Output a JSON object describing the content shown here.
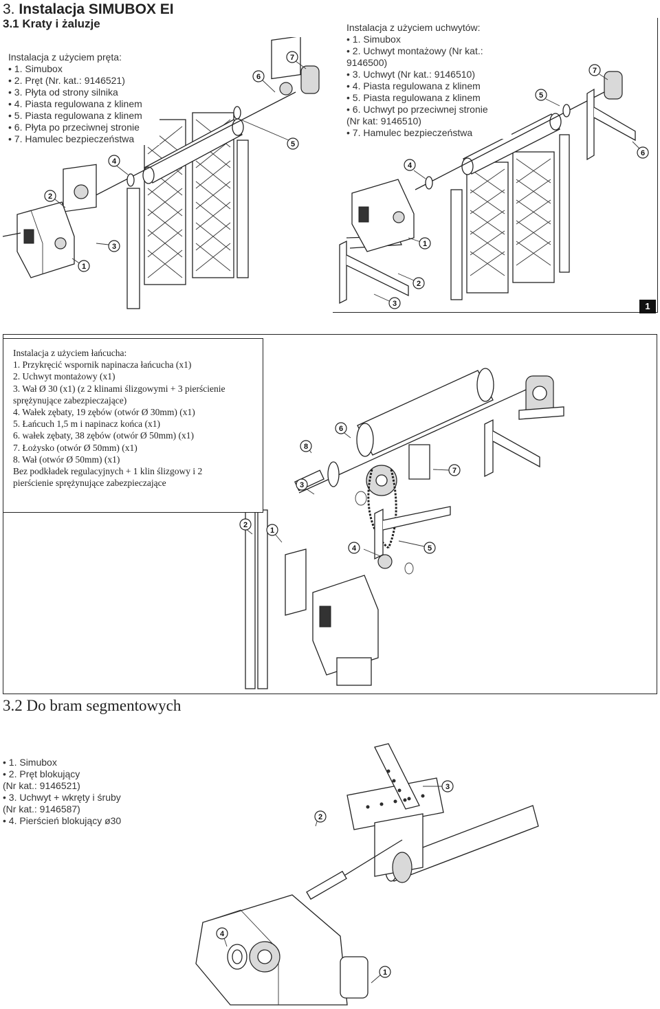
{
  "header": {
    "title_num": "3.",
    "title": "Instalacja SIMUBOX EI",
    "section_3_1": "3.1 Kraty i żaluzje"
  },
  "rod_install": {
    "heading": "Instalacja z użyciem pręta:",
    "items": [
      "• 1. Simubox",
      "• 2. Pręt (Nr. kat.: 9146521)",
      "• 3. Płyta od strony silnika",
      "• 4. Piasta regulowana z klinem",
      "• 5. Piasta regulowana z klinem",
      "• 6. Płyta po przeciwnej stronie",
      "• 7. Hamulec bezpieczeństwa"
    ]
  },
  "bracket_install": {
    "heading": "Instalacja z użyciem uchwytów:",
    "items": [
      "• 1. Simubox",
      "• 2. Uchwyt montażowy (Nr kat.:",
      "9146500)",
      "• 3. Uchwyt (Nr kat.: 9146510)",
      "• 4. Piasta regulowana z klinem",
      "• 5. Piasta regulowana z klinem",
      "• 6. Uchwyt po przeciwnej stronie",
      "(Nr kat: 9146510)",
      "• 7. Hamulec bezpieczeństwa"
    ]
  },
  "figure_badge": "1",
  "chain_install": {
    "heading": "Instalacja z użyciem łańcucha:",
    "items": [
      "1. Przykręcić wspornik napinacza łańcucha (x1)",
      "2. Uchwyt montażowy (x1)",
      "3. Wał Ø 30 (x1) (z 2 klinami ślizgowymi + 3 pierścienie",
      "sprężynujące zabezpieczające)",
      "4. Wałek zębaty, 19 zębów (otwór Ø 30mm) (x1)",
      "5. Łańcuch 1,5 m i napinacz końca (x1)",
      "6. wałek zębaty, 38 zębów (otwór Ø 50mm) (x1)",
      "7. Łożysko (otwór Ø 50mm) (x1)",
      "8. Wał (otwór Ø 50mm) (x1)",
      "Bez podkładek regulacyjnych + 1 klin ślizgowy i 2",
      "pierścienie sprężynujące zabezpieczające"
    ]
  },
  "section_3_2": {
    "title": "3.2 Do bram segmentowych",
    "items": [
      "• 1. Simubox",
      "• 2. Pręt blokujący",
      "(Nr kat.: 9146521)",
      "• 3. Uchwyt + wkręty i śruby",
      "(Nr kat.: 9146587)",
      "• 4. Pierścień blokujący ø30"
    ]
  },
  "callouts": {
    "fig_a": [
      "1",
      "2",
      "3",
      "4",
      "5",
      "6",
      "7"
    ],
    "fig_b": [
      "1",
      "2",
      "3",
      "4",
      "5",
      "6",
      "7"
    ],
    "fig_c": [
      "1",
      "2",
      "3",
      "4",
      "5",
      "6",
      "7",
      "8"
    ],
    "fig_d": [
      "1",
      "2",
      "3",
      "4"
    ]
  }
}
